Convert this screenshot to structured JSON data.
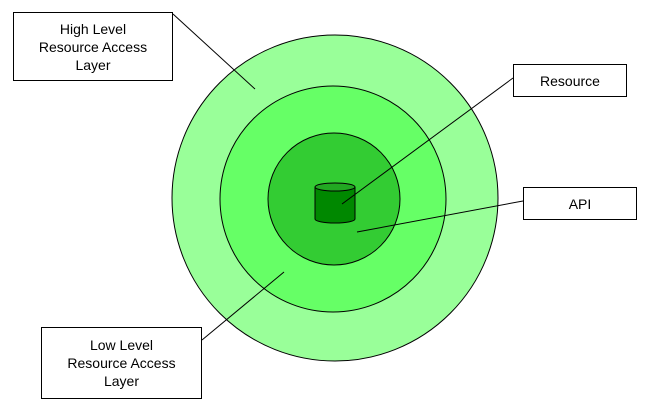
{
  "diagram": {
    "colors": {
      "outer_ring": "#99ff99",
      "middle_ring": "#66ff66",
      "inner_ring": "#33cc33",
      "resource_body": "#008800",
      "resource_top": "#22a822",
      "outline": "#000000",
      "background": "#ffffff"
    },
    "labels": {
      "high_level": [
        "High Level",
        "Resource Access",
        "Layer"
      ],
      "resource": "Resource",
      "api": "API",
      "low_level": [
        "Low Level",
        "Resource Access",
        "Layer"
      ]
    }
  }
}
